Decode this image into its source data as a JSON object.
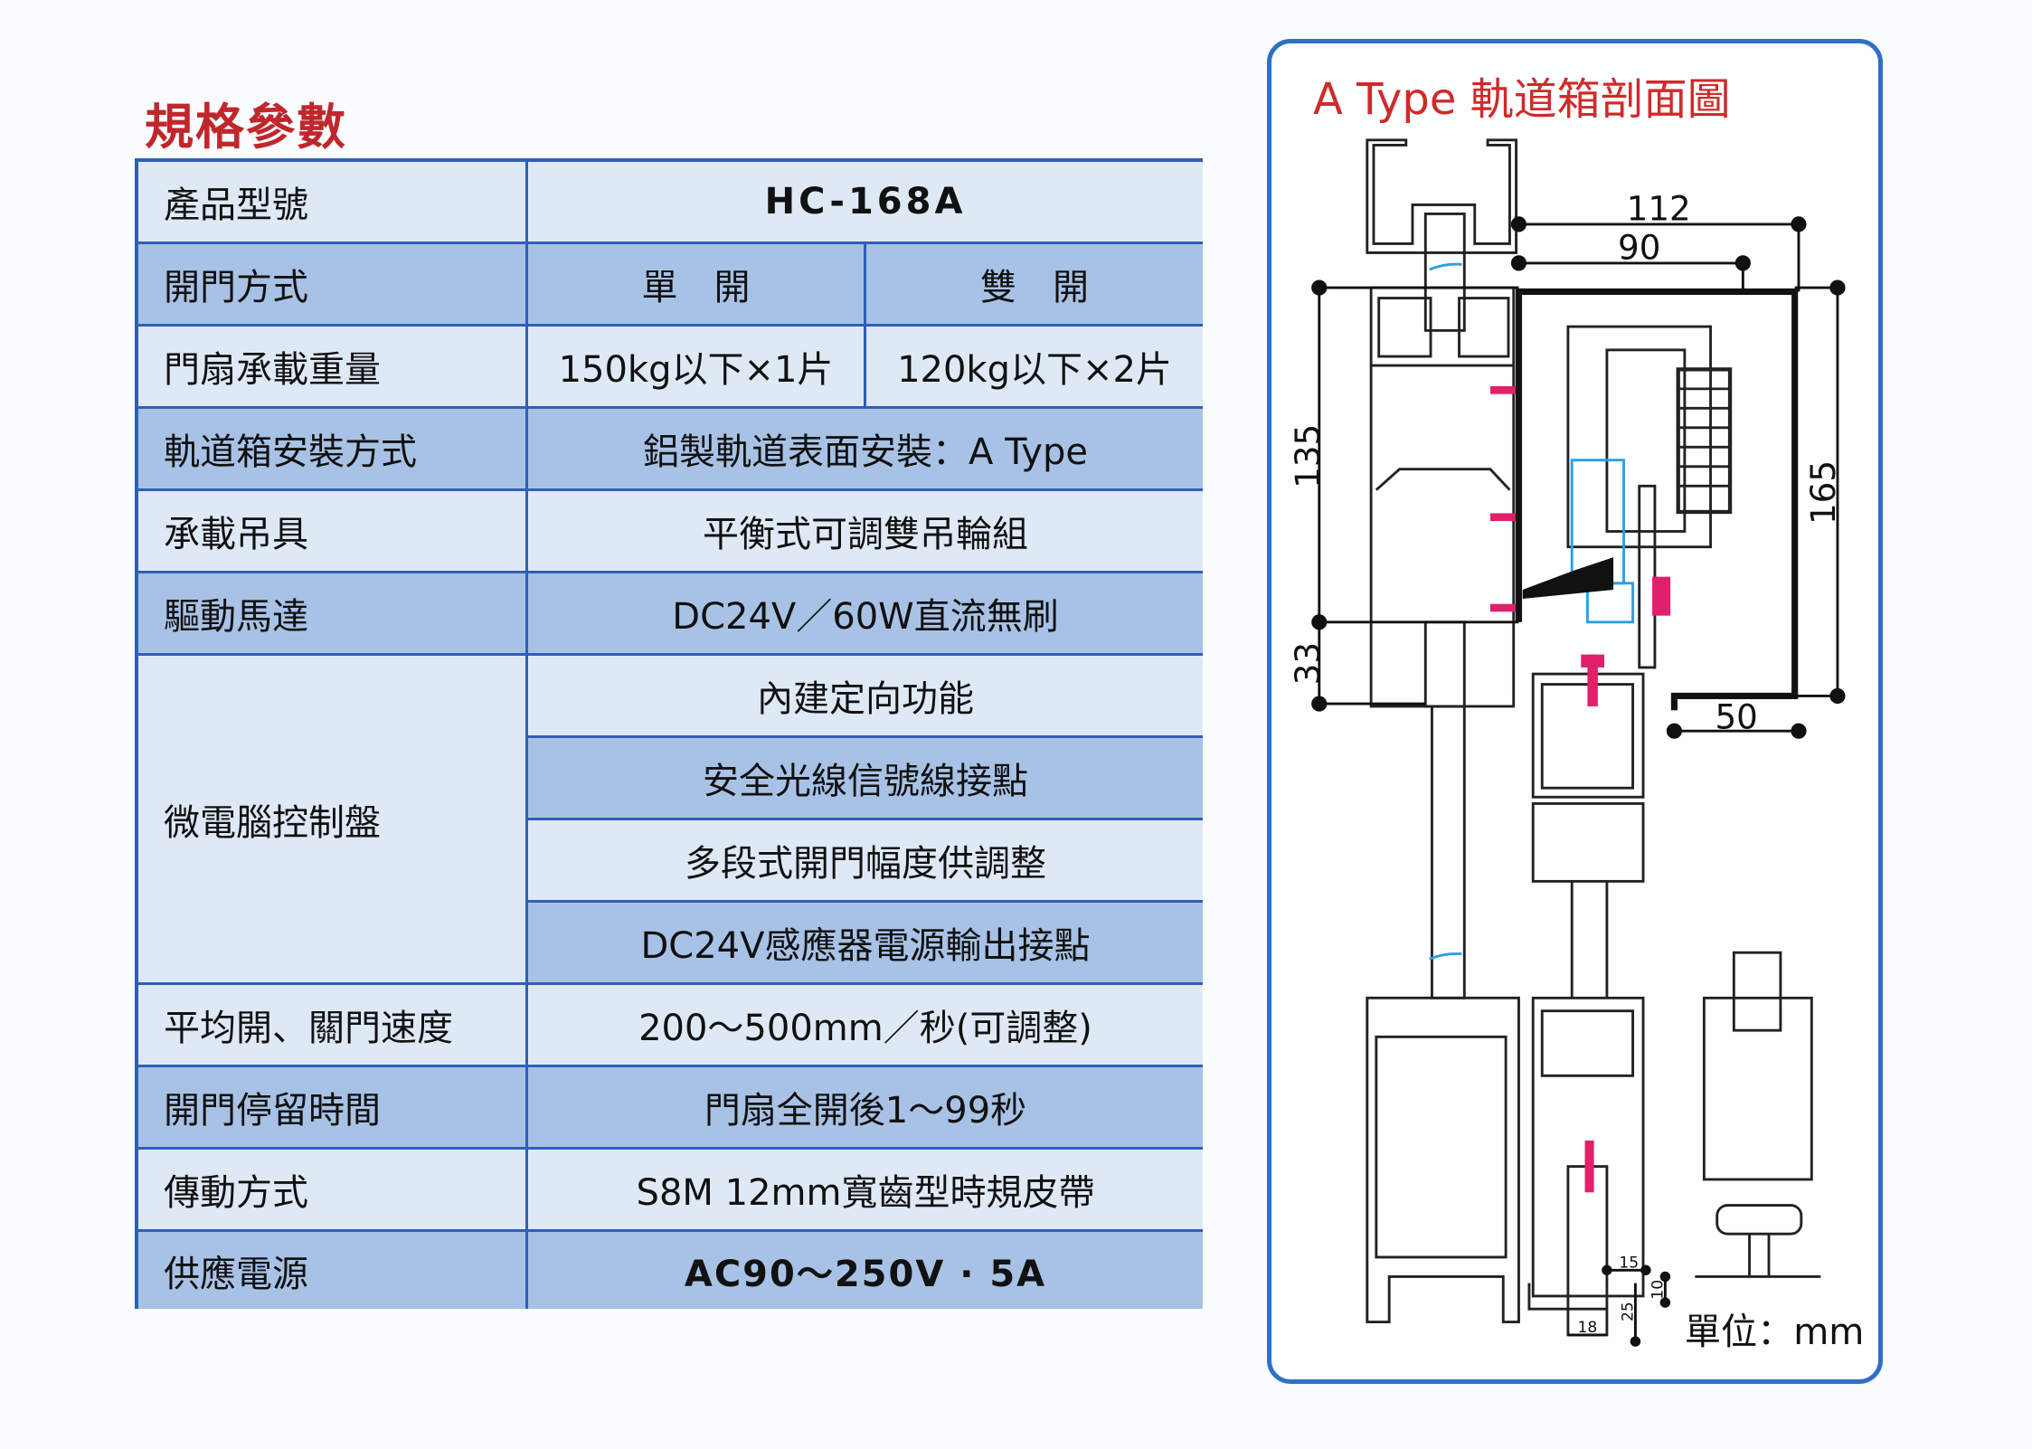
{
  "title": "規格參數",
  "spec_table": {
    "rows": [
      {
        "label": "產品型號",
        "value": "HC-168A"
      },
      {
        "label": "開門方式",
        "values": [
          "單　開",
          "雙　開"
        ]
      },
      {
        "label": "門扇承載重量",
        "values": [
          "150kg以下×1片",
          "120kg以下×2片"
        ]
      },
      {
        "label": "軌道箱安裝方式",
        "value": "鋁製軌道表面安裝：A Type"
      },
      {
        "label": "承載吊具",
        "value": "平衡式可調雙吊輪組"
      },
      {
        "label": "驅動馬達",
        "value": "DC24V／60W直流無刷"
      },
      {
        "label": "微電腦控制盤",
        "values": [
          "內建定向功能",
          "安全光線信號線接點",
          "多段式開門幅度供調整",
          "DC24V感應器電源輸出接點"
        ]
      },
      {
        "label": "平均開、關門速度",
        "value": "200～500mm／秒(可調整)"
      },
      {
        "label": "開門停留時間",
        "value": "門扇全開後1～99秒"
      },
      {
        "label": "傳動方式",
        "value": "S8M 12mm寬齒型時規皮帶"
      },
      {
        "label": "供應電源",
        "value": "AC90～250V · 5A"
      }
    ]
  },
  "diagram": {
    "title": "A Type 軌道箱剖面圖",
    "dimensions": {
      "d112": "112",
      "d90": "90",
      "d135": "135",
      "d33": "33",
      "d165": "165",
      "d50": "50",
      "d15": "15",
      "d10": "10",
      "d25": "25",
      "d18": "18"
    },
    "unit": "單位：mm"
  },
  "colors": {
    "title_red": "#c0272d",
    "border_blue": "#2f5fb8",
    "row_light": "#dfe9f6",
    "row_dark": "#a8c2e6"
  }
}
